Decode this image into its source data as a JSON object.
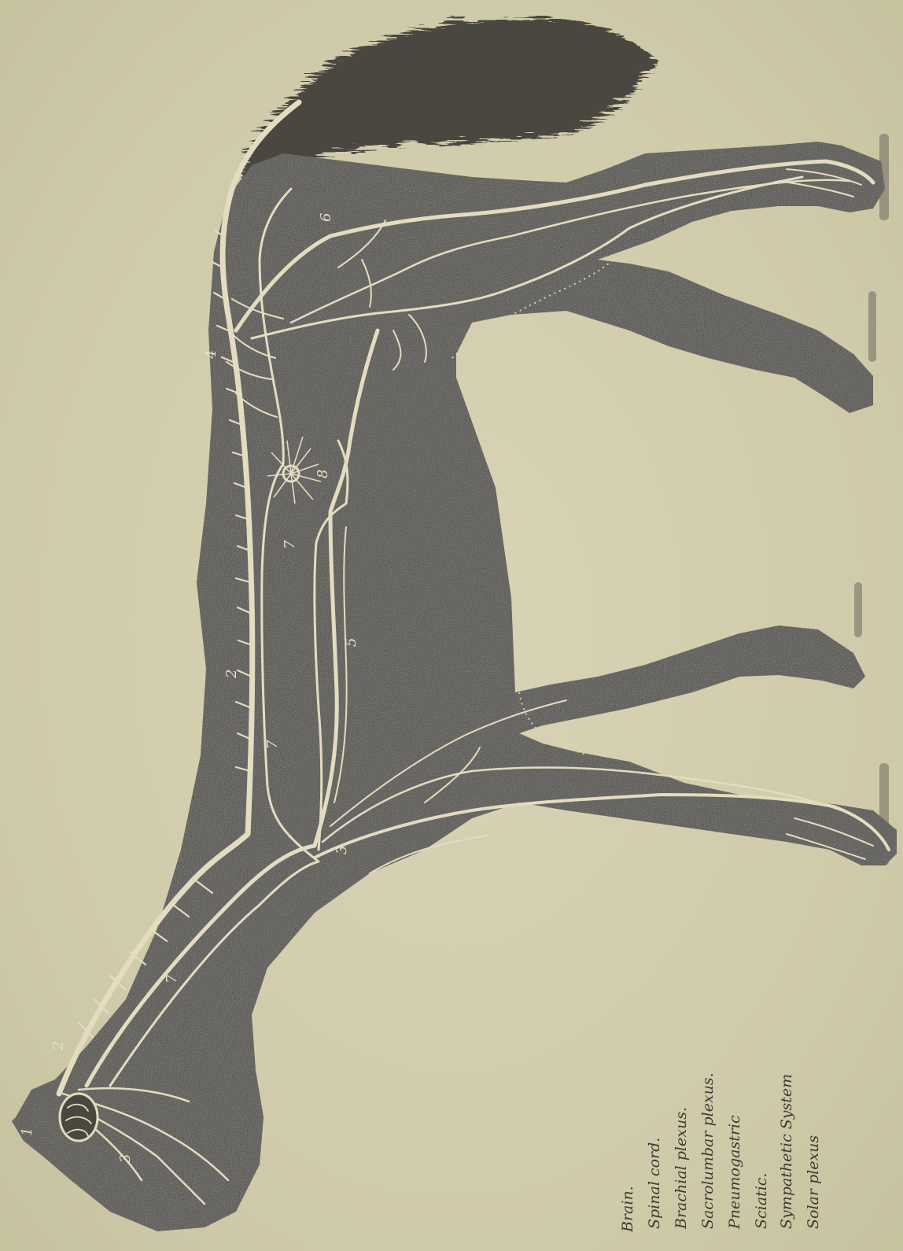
{
  "figure": {
    "labels": {
      "brain": "1",
      "spinal_cord_neck": "2",
      "spinal_cord_back": "2",
      "brachial": "3",
      "brachial_head": "3",
      "sacrolumbar": "4",
      "pneumogastric": "5",
      "sciatic": "6",
      "sympathetic_neck": "7",
      "sympathetic_chest": "7",
      "sympathetic_abdomen": "7",
      "solar": "8"
    },
    "legend": [
      "Brain.",
      "Spinal cord.",
      "Brachial plexus.",
      "Sacrolumbar plexus.",
      "Pneumogastric",
      "Sciatic.",
      "Sympathetic System",
      "Solar plexus"
    ],
    "colors": {
      "paper": "#d2ceae",
      "horse": "#4a4740",
      "nerves": "#e3dcc0",
      "ink": "#3c3a30"
    }
  }
}
